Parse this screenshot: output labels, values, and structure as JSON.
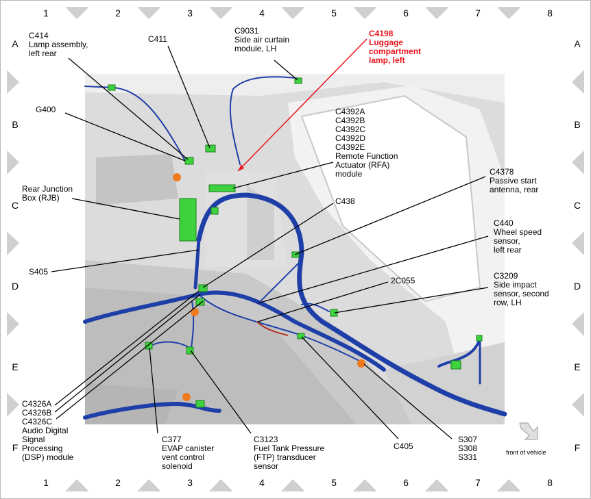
{
  "grid": {
    "columns": [
      "1",
      "2",
      "3",
      "4",
      "5",
      "6",
      "7",
      "8"
    ],
    "rows": [
      "A",
      "B",
      "C",
      "D",
      "E",
      "F"
    ]
  },
  "callouts": {
    "c414": "C414\nLamp assembly,\nleft rear",
    "c411": "C411",
    "c9031": "C9031\nSide air curtain\nmodule, LH",
    "c4198": "C4198\nLuggage\ncompartment\nlamp, left",
    "g400": "G400",
    "c4392": "C4392A\nC4392B\nC4392C\nC4392D\nC4392E\nRemote Function\nActuator (RFA)\nmodule",
    "c4378": "C4378\nPassive start\nantenna, rear",
    "rjb": "Rear Junction\nBox (RJB)",
    "c438": "C438",
    "c440": "C440\nWheel speed\nsensor,\nleft rear",
    "s405": "S405",
    "c2c055": "2C055",
    "c3209": "C3209\nSide impact\nsensor, second\nrow, LH",
    "c4326": "C4326A\nC4326B\nC4326C\nAudio Digital\nSignal\nProcessing\n(DSP) module",
    "c377": "C377\nEVAP canister\nvent control\nsolenoid",
    "c3123": "C3123\nFuel Tank Pressure\n(FTP) transducer\nsensor",
    "c405": "C405",
    "s307": "S307\nS308\nS331"
  },
  "orientation": {
    "label": "front of vehicle",
    "icon": "arrow-icon"
  },
  "colors": {
    "harness": "#1f3fa8",
    "connector": "#3ed23e",
    "highlight_leader": "#e8141e",
    "tab": "#cfcfcf"
  }
}
